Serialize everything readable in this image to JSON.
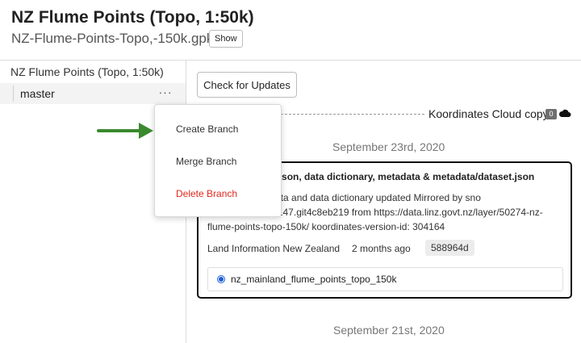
{
  "header": {
    "title": "NZ Flume Points (Topo, 1:50k)",
    "filename": "NZ-Flume-Points-Topo,-150k.gpkg",
    "show_label": "Show"
  },
  "sidebar": {
    "repo_name": "NZ Flume Points (Topo, 1:50k)",
    "branch": "master",
    "more_label": "···"
  },
  "branch_menu": {
    "items": [
      "Create Branch",
      "Merge Branch",
      "Delete Branch"
    ]
  },
  "main": {
    "check_updates_label": "Check for Updates",
    "remote_label": "Koordinates Cloud copy",
    "remote_count": "0",
    "dates": [
      "September 23rd, 2020",
      "September 21st, 2020"
    ],
    "commit": {
      "title": "Added schema.json, data dictionary, metadata & metadata/dataset.json",
      "message": "Schema, metadata and data dictionary updated Mirrored by sno v0.5.1.dev0+ci.1147.git4c8eb219 from https://data.linz.govt.nz/layer/50274-nz-flume-points-topo-150k/ koordinates-version-id: 304164",
      "author": "Land Information New Zealand",
      "time": "2 months ago",
      "sha": "588964d",
      "dataset": "nz_mainland_flume_points_topo_150k"
    }
  },
  "colors": {
    "accent_blue": "#1b5dd8",
    "danger_red": "#e0281c",
    "arrow_green": "#3a8a2e"
  },
  "icons": [
    "more-horizontal-icon",
    "cloud-icon",
    "arrow-right-icon",
    "radio-selected-icon"
  ]
}
